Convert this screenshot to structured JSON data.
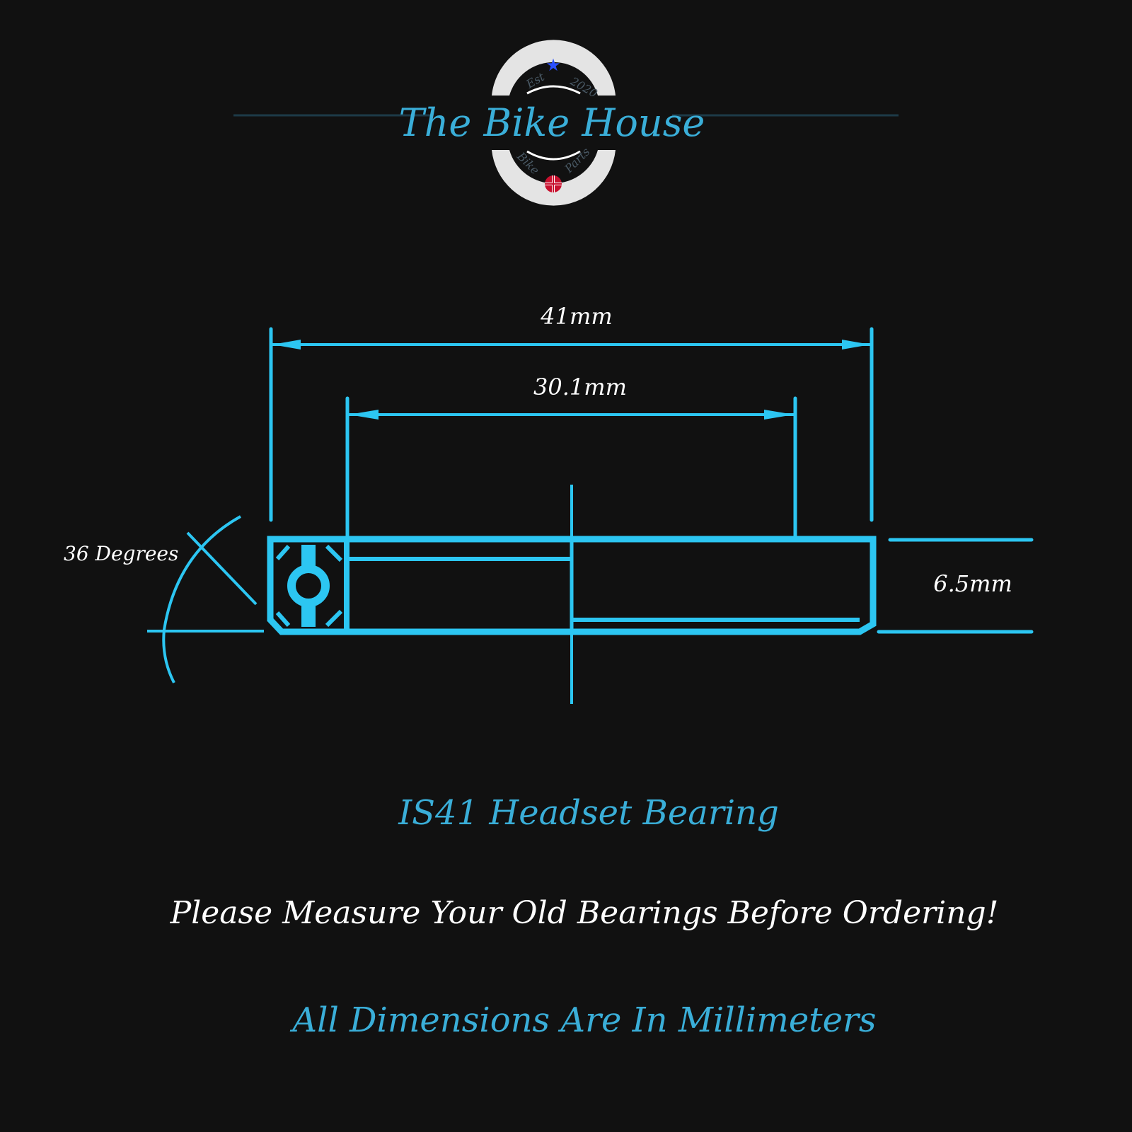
{
  "logo": {
    "name": "The Bike House",
    "est": "Est",
    "year": "2020",
    "bike": "Bike",
    "parts": "Parts"
  },
  "dimensions": {
    "outer_diameter": "41mm",
    "inner_diameter": "30.1mm",
    "height": "6.5mm",
    "angle": "36 Degrees"
  },
  "texts": {
    "product": "IS41 Headset Bearing",
    "notice": "Please Measure Your Old Bearings Before Ordering!",
    "units_note": "All Dimensions Are In Millimeters"
  },
  "colors": {
    "background": "#111111",
    "drawing": "#2cc6f2",
    "accent_text": "#3aaed8",
    "label_text": "#ffffff"
  }
}
